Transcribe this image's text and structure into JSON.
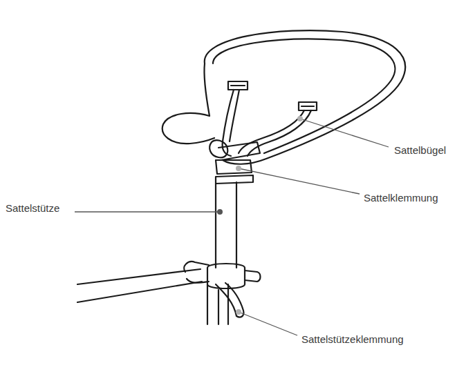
{
  "diagram": {
    "labels": [
      "Sattelbügel",
      "Sattelklemmung",
      "Sattelstütze",
      "Sattelstützeklemmung"
    ]
  }
}
